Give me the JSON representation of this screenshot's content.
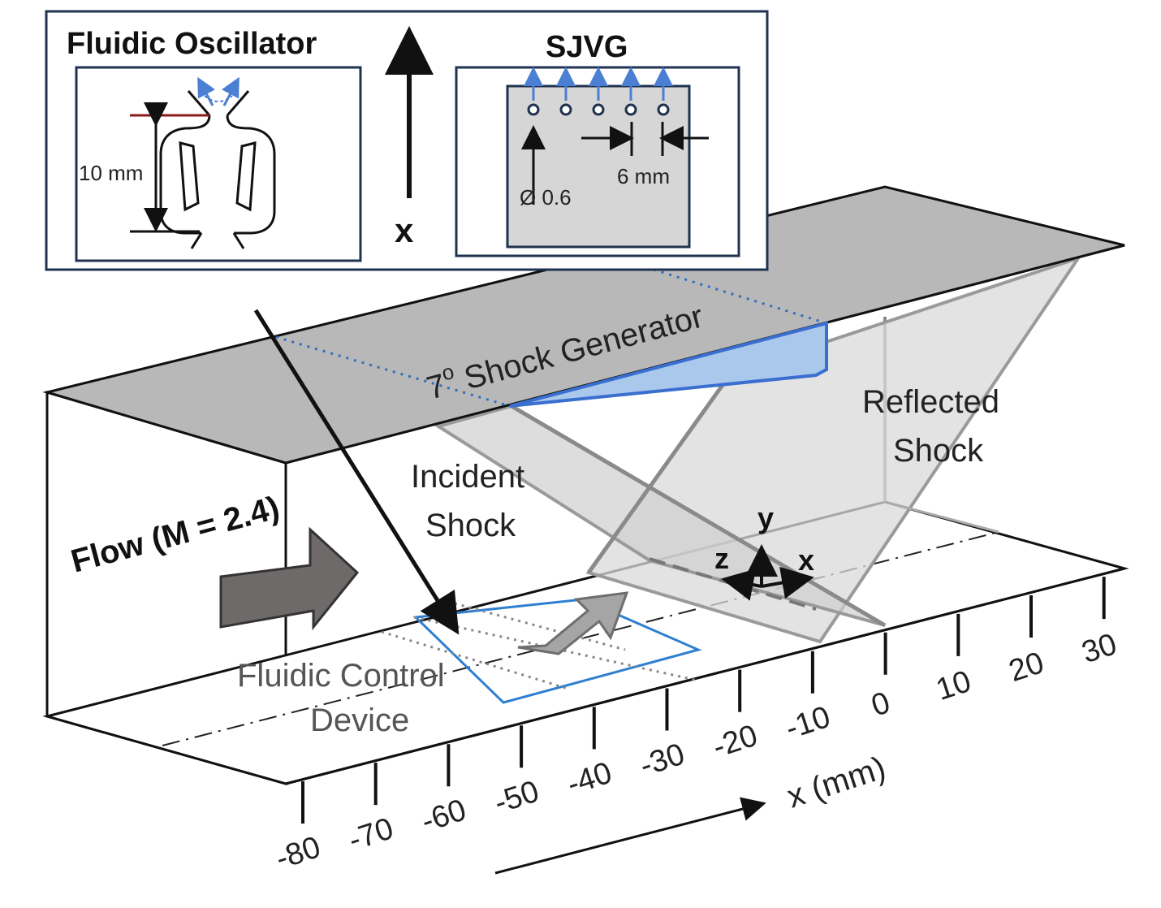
{
  "inset": {
    "oscillator_title": "Fluidic Oscillator",
    "oscillator_dim": "10 mm",
    "axis_label": "x",
    "sjvg_title": "SJVG",
    "sjvg_spacing": "6 mm",
    "sjvg_diameter": "Ø 0.6"
  },
  "labels": {
    "shock_generator_prefix": "7",
    "shock_generator_sup": "o",
    "shock_generator_suffix": " Shock Generator",
    "reflected_line1": "Reflected",
    "reflected_line2": "Shock",
    "incident_line1": "Incident",
    "incident_line2": "Shock",
    "flow": "Flow (M = 2.4)",
    "device_line1": "Fluidic Control",
    "device_line2": "Device",
    "axis_title": "x (mm)"
  },
  "coordinate_axes": {
    "x": "x",
    "y": "y",
    "z": "z"
  },
  "ticks": [
    "-80",
    "-70",
    "-60",
    "-50",
    "-40",
    "-30",
    "-20",
    "-10",
    "0",
    "10",
    "20",
    "30"
  ],
  "colors": {
    "shock_generator_fill": "#a9c8ec",
    "shock_generator_edge": "#3a6fd0",
    "device_outline": "#2f7fd0",
    "jet_arrow": "#4a7fd4",
    "frame": "#111111",
    "top_wall": "#b8b8b8",
    "shock_sheet": "#d9d9d9",
    "flow_arrow": "#6e6a6a"
  }
}
